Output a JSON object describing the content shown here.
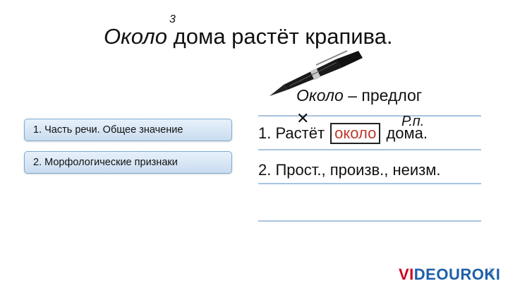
{
  "title": {
    "word_italic": "Около",
    "rest": " дома растёт крапива.",
    "digit": "3"
  },
  "buttons": [
    {
      "label": "1. Часть речи. Общее значение"
    },
    {
      "label": "2. Морфологические признаки"
    }
  ],
  "note": {
    "word": "Около",
    "rest": " – предлог"
  },
  "case_label": "Р.п.",
  "cross_mark": "✕",
  "sentence1": {
    "before": "1. Растёт ",
    "boxed": "около",
    "after": " дома."
  },
  "sentence2": "2. Прост., произв., неизм.",
  "logo": {
    "red": "VI",
    "blue": "DEOUROKI",
    "suffix": ".net"
  },
  "colors": {
    "boxed_text": "#c0392b",
    "button_border": "#7fa9cf",
    "rule": "#a8c4e0",
    "logo_red": "#d0021b",
    "logo_blue": "#1e5fa8"
  },
  "icons": [
    "pen-icon"
  ]
}
